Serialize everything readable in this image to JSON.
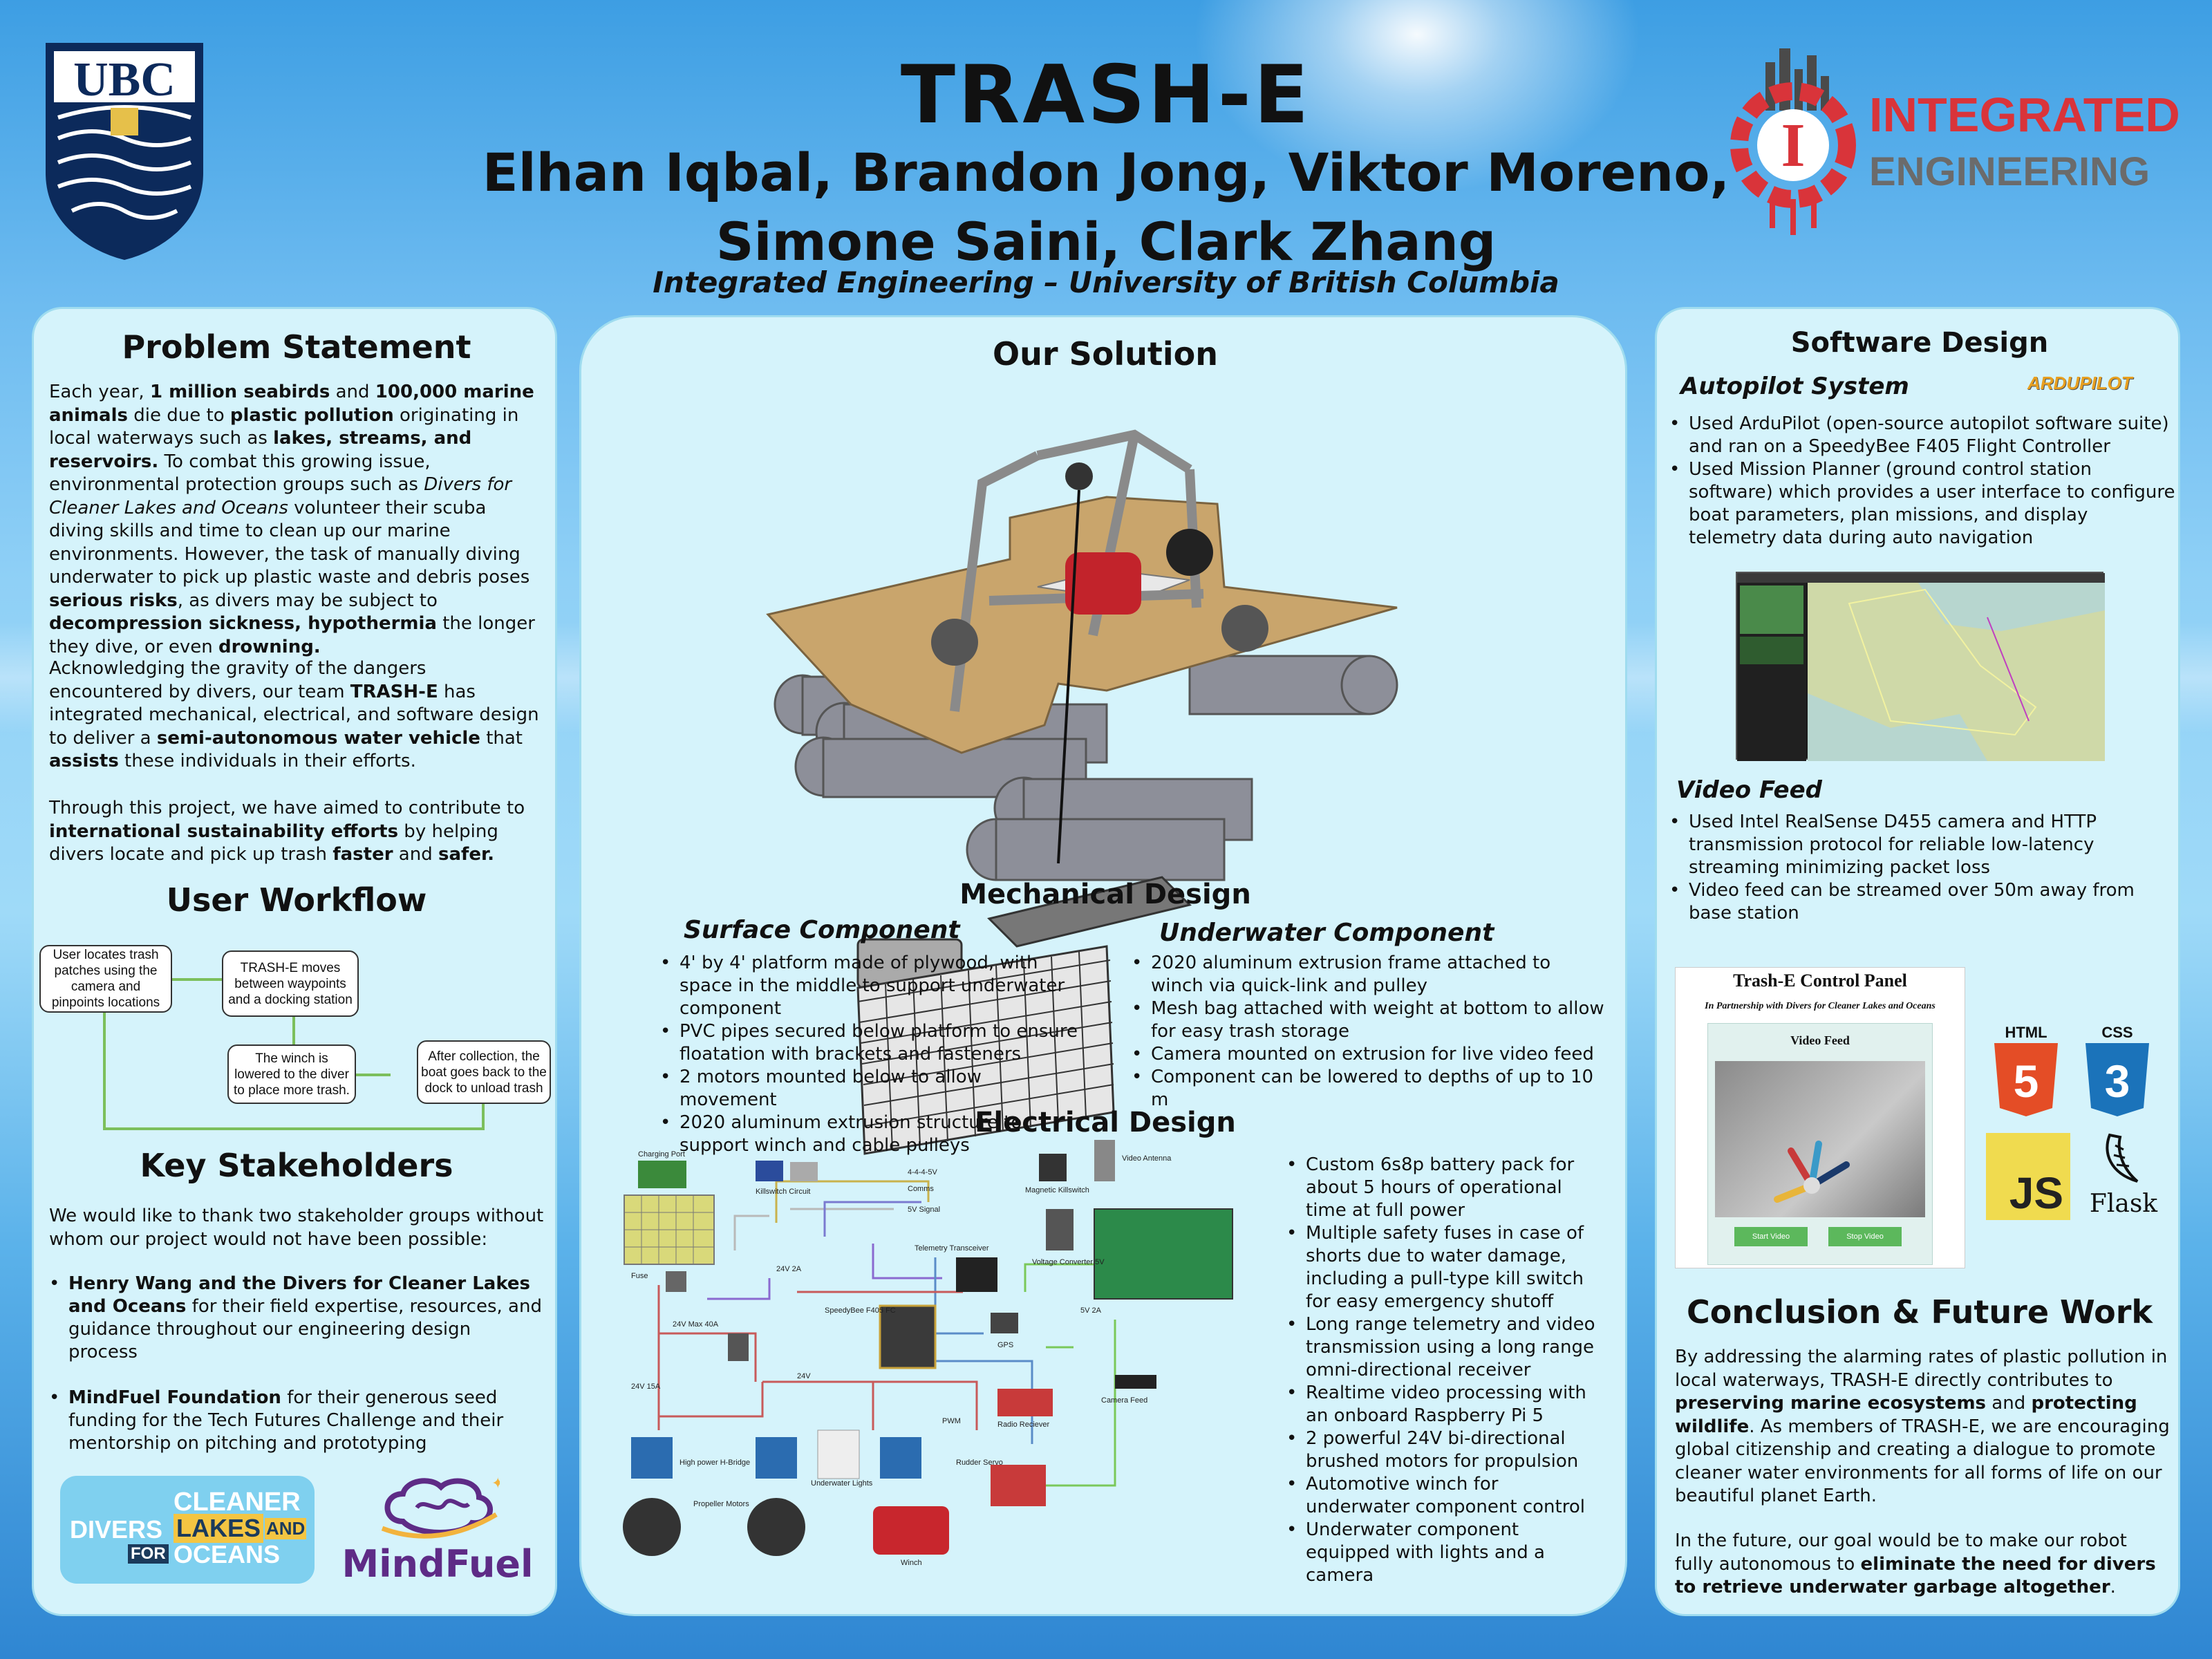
{
  "header": {
    "title": "TRASH-E",
    "authors_line1": "Elhan Iqbal, Brandon Jong, Viktor Moreno,",
    "authors_line2": "Simone Saini, Clark Zhang",
    "affiliation": "Integrated Engineering  – University of British Columbia",
    "ubc_logo_text": "UBC",
    "ie_logo_line1": "INTEGRATED",
    "ie_logo_line2": "ENGINEERING"
  },
  "problem": {
    "title": "Problem Statement",
    "p1": [
      {
        "t": "Each year, "
      },
      {
        "t": "1 million seabirds",
        "b": true
      },
      {
        "t": " and "
      },
      {
        "t": "100,000 marine animals",
        "b": true
      },
      {
        "t": " die due to "
      },
      {
        "t": "plastic pollution",
        "b": true
      },
      {
        "t": " originating in local waterways such as "
      },
      {
        "t": "lakes, streams, and reservoirs.",
        "b": true
      },
      {
        "t": " To combat this growing issue, environmental protection groups such as "
      },
      {
        "t": "Divers for Cleaner Lakes and Oceans",
        "i": true
      },
      {
        "t": " volunteer their scuba diving skills and time to clean up our marine environments. However, the task of manually diving underwater to pick up plastic waste and debris poses "
      },
      {
        "t": "serious risks",
        "b": true
      },
      {
        "t": ", as divers may be subject to "
      },
      {
        "t": "decompression sickness, hypothermia",
        "b": true
      },
      {
        "t": " the longer they dive, or even "
      },
      {
        "t": "drowning.",
        "b": true
      }
    ],
    "p2": [
      {
        "t": "Acknowledging the gravity of the dangers encountered by divers, our team "
      },
      {
        "t": "TRASH-E",
        "b": true
      },
      {
        "t": " has integrated mechanical, electrical, and software design to deliver a "
      },
      {
        "t": "semi-autonomous water vehicle",
        "b": true
      },
      {
        "t": " that "
      },
      {
        "t": "assists",
        "b": true
      },
      {
        "t": " these individuals in their efforts."
      }
    ],
    "p3": [
      {
        "t": "Through this project, we have aimed to contribute to "
      },
      {
        "t": "international sustainability efforts",
        "b": true
      },
      {
        "t": " by helping divers locate and pick up trash "
      },
      {
        "t": "faster",
        "b": true
      },
      {
        "t": " and "
      },
      {
        "t": "safer.",
        "b": true
      }
    ]
  },
  "workflow": {
    "title": "User Workflow",
    "step1": "User locates trash patches using the camera and pinpoints locations",
    "step2": "TRASH-E moves between waypoints and a docking station",
    "step3": "The winch is lowered to the diver to place more trash.",
    "step4": "After collection, the boat goes back to the dock to unload trash"
  },
  "stakeholders": {
    "title": "Key Stakeholders",
    "intro": "We would like to thank two stakeholder groups without whom our project would not have been possible:",
    "items": [
      [
        {
          "t": "Henry Wang and the Divers for Cleaner Lakes and Oceans",
          "b": true
        },
        {
          "t": " for their field expertise, resources, and guidance throughout our engineering design process"
        }
      ],
      [
        {
          "t": "MindFuel Foundation",
          "b": true
        },
        {
          "t": " for their generous seed funding for the Tech Futures Challenge and their mentorship on pitching and prototyping"
        }
      ]
    ],
    "logo1_line1": "DIVERS",
    "logo1_cleaner": "CLEANER",
    "logo1_lakes": "LAKES",
    "logo1_and": "AND",
    "logo1_for": "FOR",
    "logo1_oceans": "OCEANS",
    "logo2": "MindFuel"
  },
  "solution": {
    "title": "Our Solution"
  },
  "mechanical": {
    "title": "Mechanical Design",
    "surface_title": "Surface Component",
    "surface_items": [
      "4' by 4' platform made of plywood, with space in the middle to support underwater component",
      "PVC pipes secured below platform to ensure floatation with brackets and fasteners",
      "2 motors mounted below to allow movement",
      "2020 aluminum extrusion structure to support winch and cable pulleys"
    ],
    "underwater_title": "Underwater Component",
    "underwater_items": [
      "2020 aluminum extrusion frame attached to winch via quick-link and pulley",
      "Mesh bag attached with weight at bottom to allow for easy trash storage",
      "Camera mounted on extrusion for live video feed",
      "Component can be lowered to depths of up to 10 m"
    ]
  },
  "electrical": {
    "title": "Electrical Design",
    "items": [
      "Custom 6s8p battery pack for about 5 hours of operational time at full power",
      "Multiple safety fuses in case of shorts due to water damage, including a pull-type kill switch for easy emergency shutoff",
      "Long range telemetry and video transmission using a long range omni-directional receiver",
      "Realtime video processing with an onboard Raspberry Pi 5",
      "2 powerful 24V bi-directional brushed motors for propulsion",
      "Automotive winch for underwater component control",
      "Underwater component equipped with lights and a camera"
    ],
    "diagram_labels": {
      "charging_port": "Charging Port",
      "comms_top": "4-4-4-5V",
      "comms": "Comms",
      "signal": "5V Signal",
      "killswitch": "Magnetic Killswitch",
      "killswitch_circuit": "Killswitch Circuit",
      "video_antenna": "Video Antenna",
      "telemetry": "Telemetry Transceiver",
      "voltage_converter": "Voltage Converter 5V",
      "fuse": "Fuse",
      "fc": "SpeedyBee F405 FC",
      "v24_2a": "24V 2A",
      "v24_max": "24V Max 40A",
      "v24": "24V",
      "v24_15a": "24V 15A",
      "gps": "GPS",
      "v5_2a": "5V 2A",
      "radio": "Radio Reciever",
      "camera_feed": "Camera Feed",
      "pwm": "PWM",
      "hbridge": "High power H-Bridge",
      "lights": "Underwater Lights",
      "servo": "Rudder Servo",
      "motors": "Propeller Motors",
      "winch": "Winch"
    }
  },
  "software": {
    "title": "Software Design",
    "autopilot_title": "Autopilot System",
    "ardupilot_logo": "ARDUPILOT",
    "autopilot_items": [
      "Used ArduPilot (open-source autopilot software suite) and ran on a SpeedyBee F405 Flight Controller",
      "Used Mission Planner (ground control station software) which provides a user interface to configure boat parameters, plan missions, and display telemetry data during auto navigation"
    ],
    "video_title": "Video Feed",
    "video_items": [
      "Used Intel RealSense D455 camera and HTTP transmission protocol for reliable low-latency streaming minimizing packet loss",
      "Video feed can be streamed over 50m away from base station"
    ],
    "control_panel_title": "Trash-E Control Panel",
    "control_panel_sub": "In Partnership with Divers for Cleaner Lakes and Oceans",
    "control_panel_video": "Video Feed",
    "start_btn": "Start Video",
    "stop_btn": "Stop Video",
    "html_label": "HTML",
    "css_label": "CSS",
    "js_label": "JS",
    "flask_label": "Flask"
  },
  "conclusion": {
    "title": "Conclusion & Future Work",
    "p1": [
      {
        "t": "By addressing the alarming rates of plastic pollution in local waterways, TRASH-E directly contributes to "
      },
      {
        "t": "preserving marine ecosystems",
        "b": true
      },
      {
        "t": " and "
      },
      {
        "t": "protecting wildlife",
        "b": true
      },
      {
        "t": ". As members of TRASH-E, we are encouraging global citizenship and creating a dialogue to promote cleaner water environments for all forms of life on our beautiful planet Earth."
      }
    ],
    "p2": [
      {
        "t": "In the future, our goal would be to make our robot fully autonomous to "
      },
      {
        "t": "eliminate the need for divers to retrieve underwater garbage altogether",
        "b": true
      },
      {
        "t": "."
      }
    ]
  },
  "colors": {
    "panel_bg": "#d5f3fb",
    "ubc_blue": "#0c2a5b",
    "ie_red": "#d9343a",
    "ie_gray": "#6b6b6b",
    "workflow_green": "#7cbf5c"
  }
}
